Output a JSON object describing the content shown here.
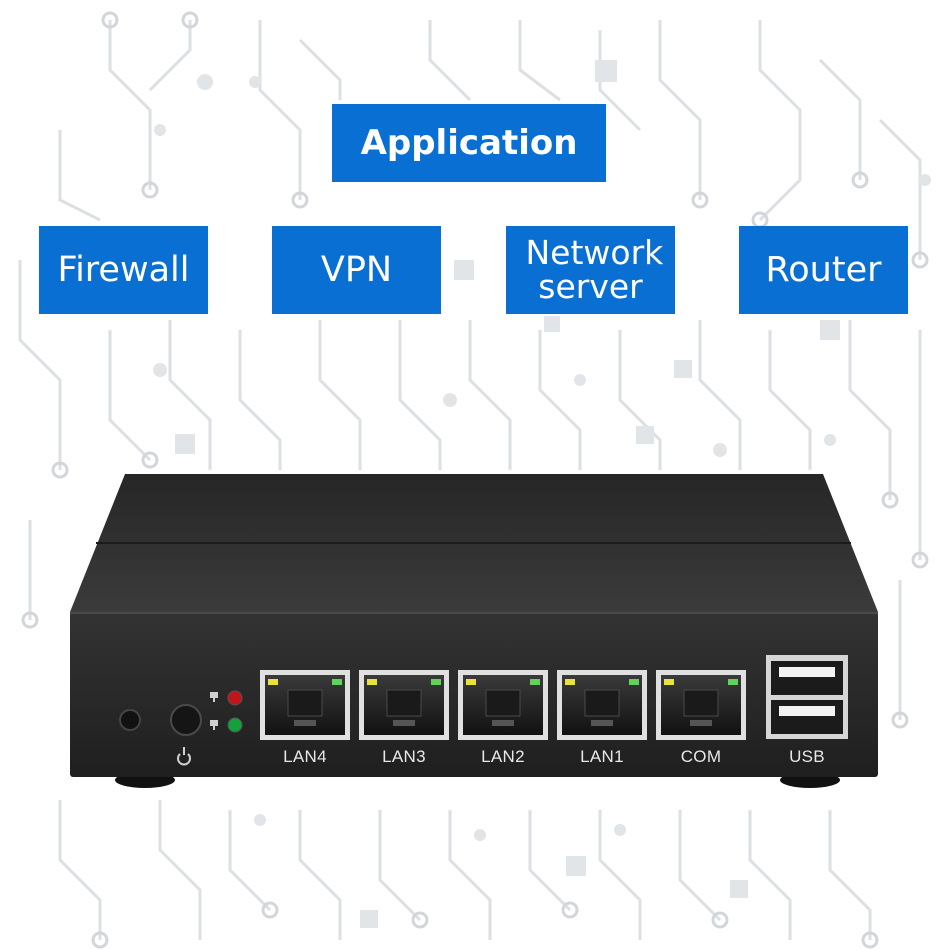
{
  "title": "Application",
  "applications": [
    "Firewall",
    "VPN",
    "Network server",
    "Router"
  ],
  "ports": [
    "LAN4",
    "LAN3",
    "LAN2",
    "LAN1",
    "COM"
  ],
  "usb_label": "USB",
  "colors": {
    "tag_blue": "#0a6fd2",
    "device_body": "#2a2a2a",
    "led_red": "#c0151a",
    "led_green": "#14a03a",
    "port_led_yellow": "#e8e23a",
    "port_led_green": "#5fd35a"
  },
  "icons": {
    "power_button": "power-icon",
    "status_leds": [
      "hdd-activity-icon",
      "power-led-icon"
    ]
  }
}
